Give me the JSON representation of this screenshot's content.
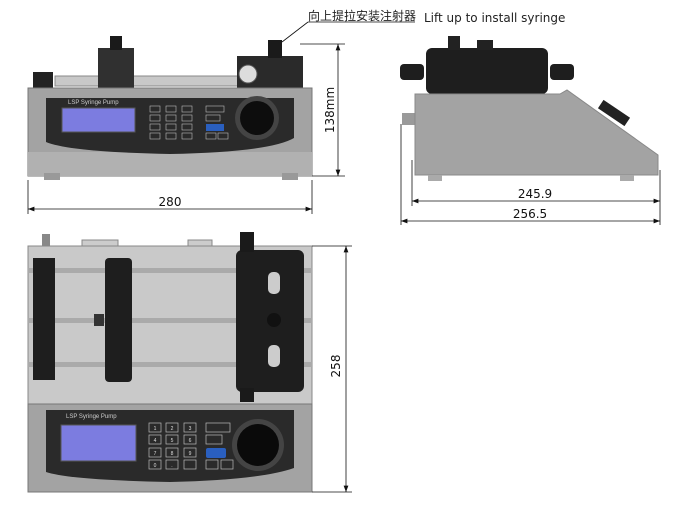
{
  "annotation": {
    "chinese_label": "向上提拉安装注射器",
    "english_label": "Lift up to install syringe"
  },
  "front_view": {
    "panel_title": "LSP Syringe Pump",
    "width_dimension": "280",
    "height_dimension": "138mm"
  },
  "side_view": {
    "inner_length_dimension": "245.9",
    "overall_length_dimension": "256.5"
  },
  "top_view": {
    "panel_title": "LSP Syringe Pump",
    "depth_dimension": "258",
    "keys": [
      "1",
      "2",
      "3",
      "4",
      "5",
      "6",
      "7",
      "8",
      "9",
      "0",
      "."
    ]
  },
  "colors": {
    "body": "#a3a3a3",
    "panel": "#2a2a2a",
    "lcd": "#7c7ce0",
    "run_key": "#2a5fbf",
    "mechanism": "#c9c9c9"
  }
}
